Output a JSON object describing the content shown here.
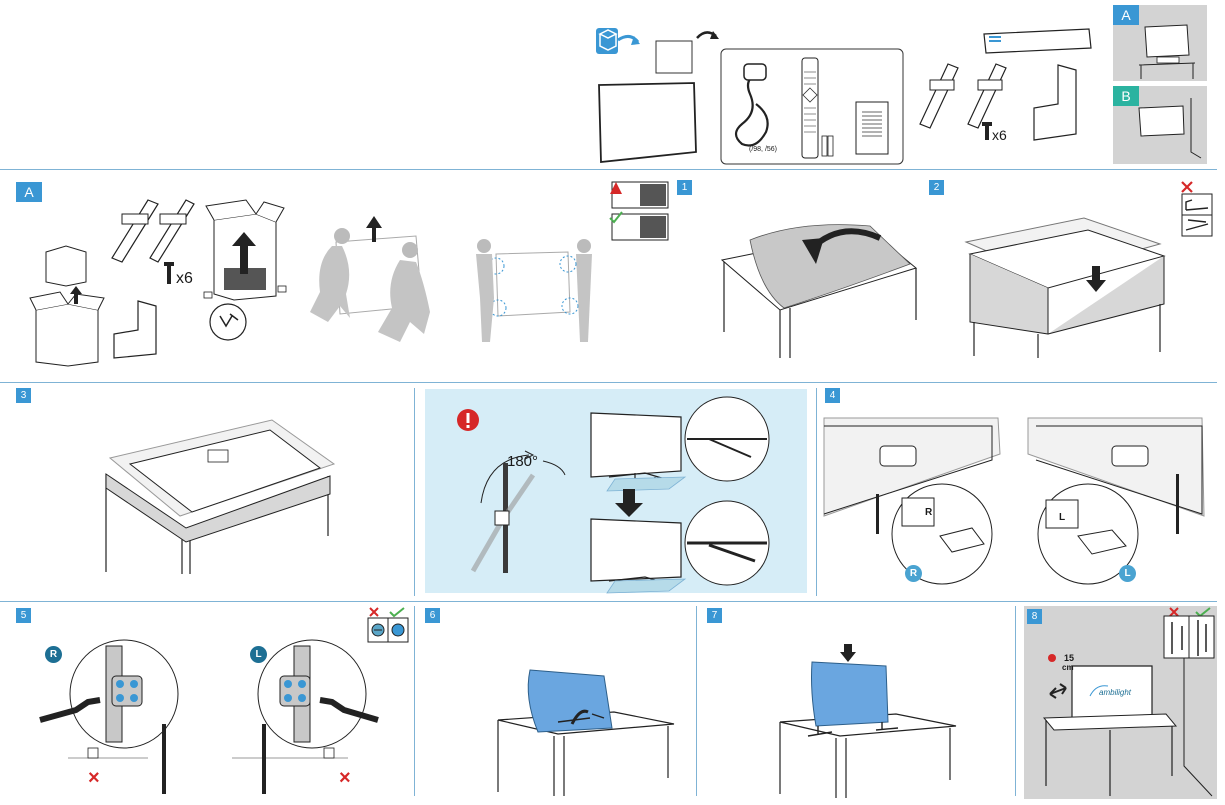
{
  "colors": {
    "accent": "#3a97d4",
    "divider": "#7fb3d5",
    "warn_panel": "#d6edf7",
    "stand_panel": "#d3d3d3",
    "cover_blue": "#6aa6e0",
    "red": "#d62828",
    "green": "#4caf50"
  },
  "header": {
    "contents": {
      "cable_label": "(/98, /56)",
      "screws_count": "x6"
    },
    "options": [
      {
        "id": "A",
        "label": "A"
      },
      {
        "id": "B",
        "label": "B"
      }
    ]
  },
  "row1": {
    "option_label": "A",
    "screws_count": "x6",
    "steps": [
      {
        "number": "1"
      },
      {
        "number": "2"
      }
    ]
  },
  "row2": {
    "step3": "3",
    "warning": {
      "rotation": "180°"
    },
    "step4": "4",
    "side_right": "R",
    "side_left": "L",
    "side_r_small": "R",
    "side_l_small": "L"
  },
  "row3": {
    "step5": "5",
    "side_right": "R",
    "side_left": "L",
    "step6": "6",
    "step7": "7",
    "step8": "8",
    "distance_value": "15",
    "distance_unit": "cm",
    "brand_text": "ambilight"
  }
}
